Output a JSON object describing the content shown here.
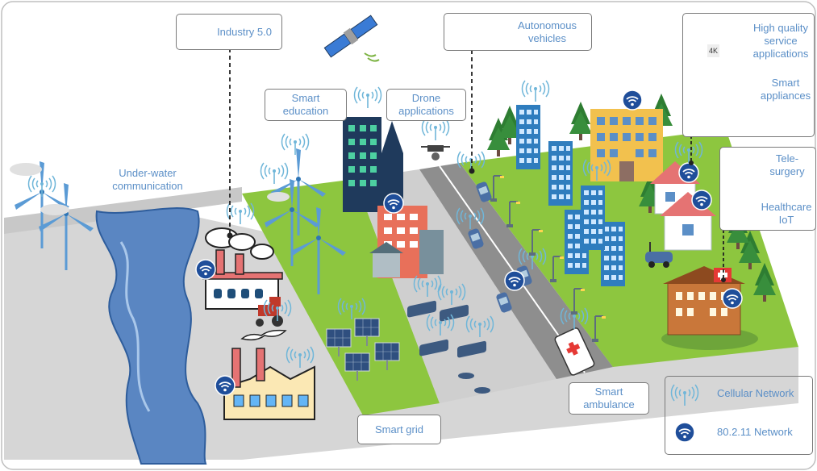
{
  "labels": {
    "industry": "Industry 5.0",
    "autonomous_line1": "Autonomous",
    "autonomous_line2": "vehicles",
    "smart_education_line1": "Smart",
    "smart_education_line2": "education",
    "drone_line1": "Drone",
    "drone_line2": "applications",
    "underwater_line1": "Under-water",
    "underwater_line2": "communication",
    "smart_grid": "Smart grid",
    "ambulance_line1": "Smart",
    "ambulance_line2": "ambulance",
    "hq_line1": "High quality",
    "hq_line2": "service",
    "hq_line3": "applications",
    "appliances_line1": "Smart",
    "appliances_line2": "appliances",
    "telesurgery_line1": "Tele-",
    "telesurgery_line2": "surgery",
    "healthcare_line1": "Healthcare",
    "healthcare_line2": "IoT",
    "badge_4k": "4K"
  },
  "legend": {
    "cellular": "Cellular Network",
    "wifi": "80.2.11 Network"
  },
  "colors": {
    "label_text": "#5b8fc7",
    "grass": "#8dc63f",
    "road": "#9e9e9e",
    "ground": "#d5d5d5",
    "river": "#5a86c2",
    "wifi_badge": "#1f4e9a",
    "cellular_icon": "#6fb6d9"
  }
}
